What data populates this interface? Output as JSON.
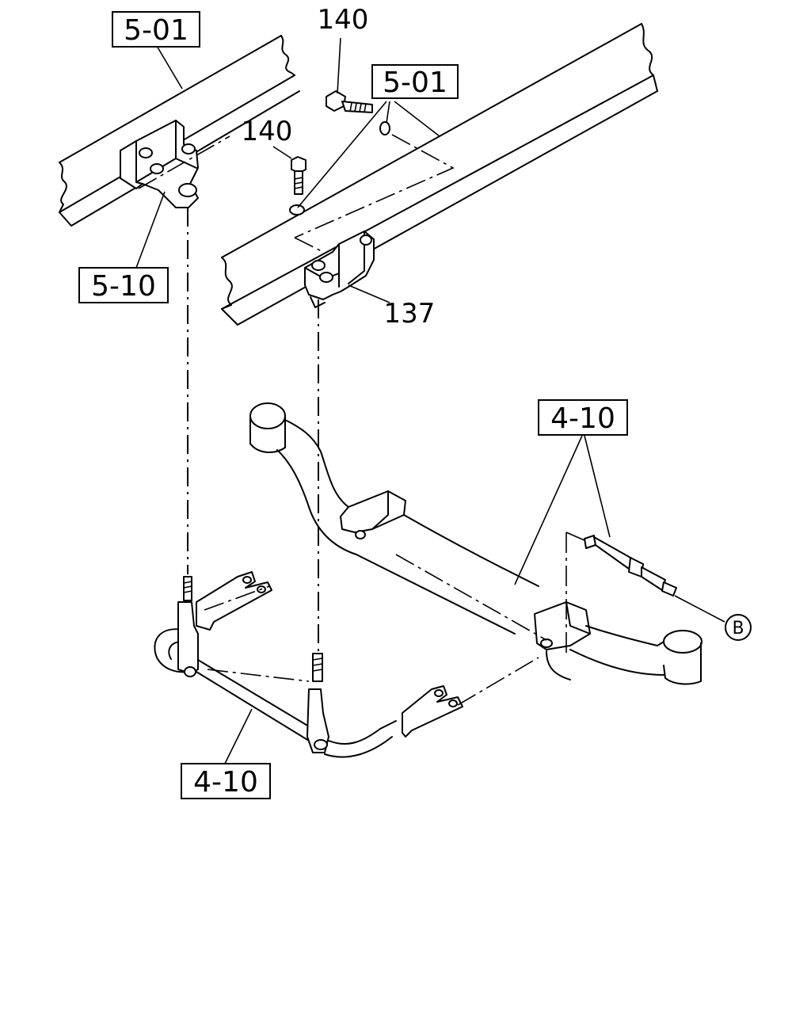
{
  "callouts": {
    "ref_5_01_left": "5-01",
    "ref_5_01_right": "5-01",
    "ref_5_10": "5-10",
    "ref_4_10_right": "4-10",
    "ref_4_10_bottom": "4-10",
    "part_140_top": "140",
    "part_140_mid": "140",
    "part_137": "137",
    "circle_b": "B"
  }
}
